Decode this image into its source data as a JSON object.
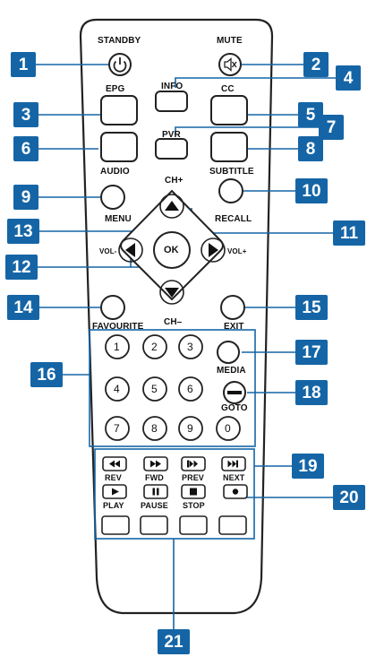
{
  "labels": {
    "standby": "STANDBY",
    "mute": "MUTE",
    "epg": "EPG",
    "info": "INFO",
    "cc": "CC",
    "pvr": "PVR",
    "audio": "AUDIO",
    "subtitle": "SUBTITLE",
    "ch_plus": "CH+",
    "menu": "MENU",
    "recall": "RECALL",
    "vol_minus": "VOL-",
    "vol_plus": "VOL+",
    "ok": "OK",
    "ch_minus": "CH–",
    "favourite": "FAVOURITE",
    "exit": "EXIT",
    "media": "MEDIA",
    "goto": "GOTO",
    "rev": "REV",
    "fwd": "FWD",
    "prev": "PREV",
    "next": "NEXT",
    "play": "PLAY",
    "pause": "PAUSE",
    "stop": "STOP"
  },
  "digits": [
    "1",
    "2",
    "3",
    "4",
    "5",
    "6",
    "7",
    "8",
    "9",
    "0"
  ],
  "callouts": [
    "1",
    "2",
    "3",
    "4",
    "5",
    "6",
    "7",
    "8",
    "9",
    "10",
    "11",
    "12",
    "13",
    "14",
    "15",
    "16",
    "17",
    "18",
    "19",
    "20",
    "21"
  ],
  "colors": {
    "callout": "#1565a6",
    "outline": "#222222"
  }
}
